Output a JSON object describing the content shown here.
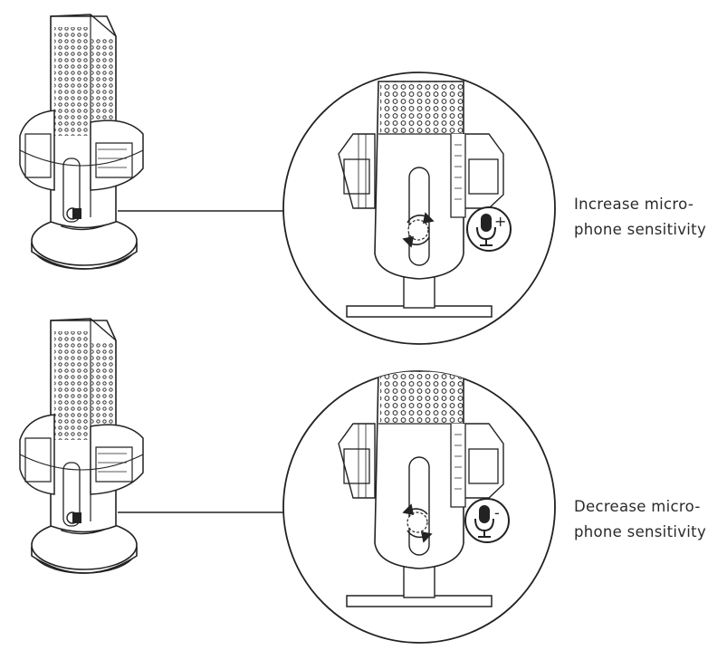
{
  "panels": [
    {
      "id": "increase",
      "caption_lines": [
        "Increase micro-",
        "phone sensitivity"
      ],
      "rotation": "clockwise",
      "sensitivity_sign": "+"
    },
    {
      "id": "decrease",
      "caption_lines": [
        "Decrease micro-",
        "phone sensitivity"
      ],
      "rotation": "counterclockwise",
      "sensitivity_sign": "-"
    }
  ],
  "icons": [
    "microphone-icon",
    "gain-knob-icon",
    "rotation-arrows-icon",
    "mic-sensitivity-plus-icon",
    "mic-sensitivity-minus-icon"
  ],
  "colors": {
    "line": "#1a1a1a",
    "background": "#ffffff",
    "text": "#2a2a2a"
  }
}
